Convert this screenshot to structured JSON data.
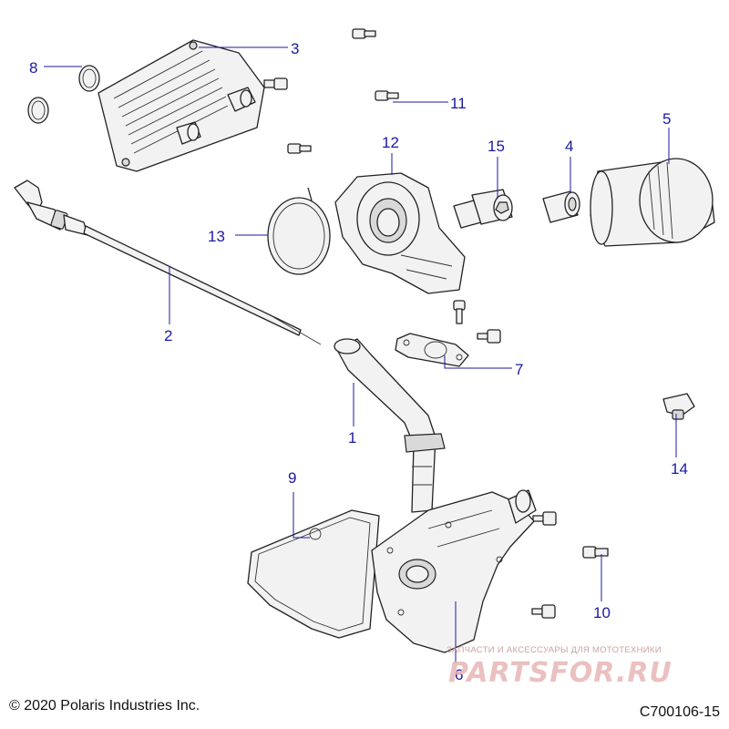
{
  "callouts": [
    {
      "id": "1",
      "label": "1"
    },
    {
      "id": "2",
      "label": "2"
    },
    {
      "id": "3",
      "label": "3"
    },
    {
      "id": "4",
      "label": "4"
    },
    {
      "id": "5",
      "label": "5"
    },
    {
      "id": "6",
      "label": "6"
    },
    {
      "id": "7",
      "label": "7"
    },
    {
      "id": "8",
      "label": "8"
    },
    {
      "id": "9",
      "label": "9"
    },
    {
      "id": "10",
      "label": "10"
    },
    {
      "id": "11",
      "label": "11"
    },
    {
      "id": "12",
      "label": "12"
    },
    {
      "id": "13",
      "label": "13"
    },
    {
      "id": "14",
      "label": "14"
    },
    {
      "id": "15",
      "label": "15"
    }
  ],
  "copyright": "© 2020 Polaris Industries Inc.",
  "drawing_code": "C700106-15",
  "watermark": {
    "tagline": "ЗАПЧАСТИ И АКСЕССУАРЫ ДЛЯ МОТОТЕХНИКИ",
    "brand": "PARTSFOR.RU"
  },
  "colors": {
    "callout": "#1a1aa0",
    "watermark": "#e8b6b6"
  }
}
